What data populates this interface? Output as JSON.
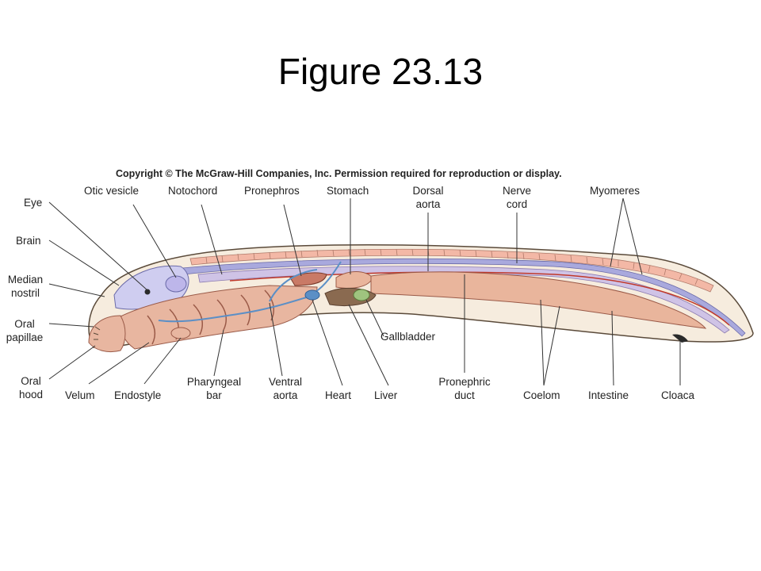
{
  "slide": {
    "title": "Figure 23.13"
  },
  "figure": {
    "copyright": "Copyright © The McGraw-Hill Companies, Inc. Permission required for reproduction or display.",
    "labels": {
      "eye": "Eye",
      "brain": "Brain",
      "median_nostril_1": "Median",
      "median_nostril_2": "nostril",
      "oral_papillae_1": "Oral",
      "oral_papillae_2": "papillae",
      "oral_hood_1": "Oral",
      "oral_hood_2": "hood",
      "otic_vesicle": "Otic vesicle",
      "notochord": "Notochord",
      "pronephros": "Pronephros",
      "stomach": "Stomach",
      "dorsal_aorta_1": "Dorsal",
      "dorsal_aorta_2": "aorta",
      "nerve_cord_1": "Nerve",
      "nerve_cord_2": "cord",
      "myomeres": "Myomeres",
      "velum": "Velum",
      "endostyle": "Endostyle",
      "pharyngeal_bar_1": "Pharyngeal",
      "pharyngeal_bar_2": "bar",
      "ventral_aorta_1": "Ventral",
      "ventral_aorta_2": "aorta",
      "heart": "Heart",
      "liver": "Liver",
      "gallbladder": "Gallbladder",
      "pronephric_duct_1": "Pronephric",
      "pronephric_duct_2": "duct",
      "coelom": "Coelom",
      "intestine": "Intestine",
      "cloaca": "Cloaca"
    }
  },
  "colors": {
    "body_fill": "#f6ecde",
    "body_outline": "#5a4a3a",
    "myomere_fill": "#f3b8a6",
    "nerve_cord": "#a9a9dd",
    "notochord": "#cfc3e6",
    "brain_fill": "#cfcdf0",
    "gut_fill": "#e9b59c",
    "vessel_blue": "#5b8fc6",
    "gallbladder": "#9fc47f",
    "liver": "#8a6a50",
    "red_vessel": "#c0392b"
  }
}
